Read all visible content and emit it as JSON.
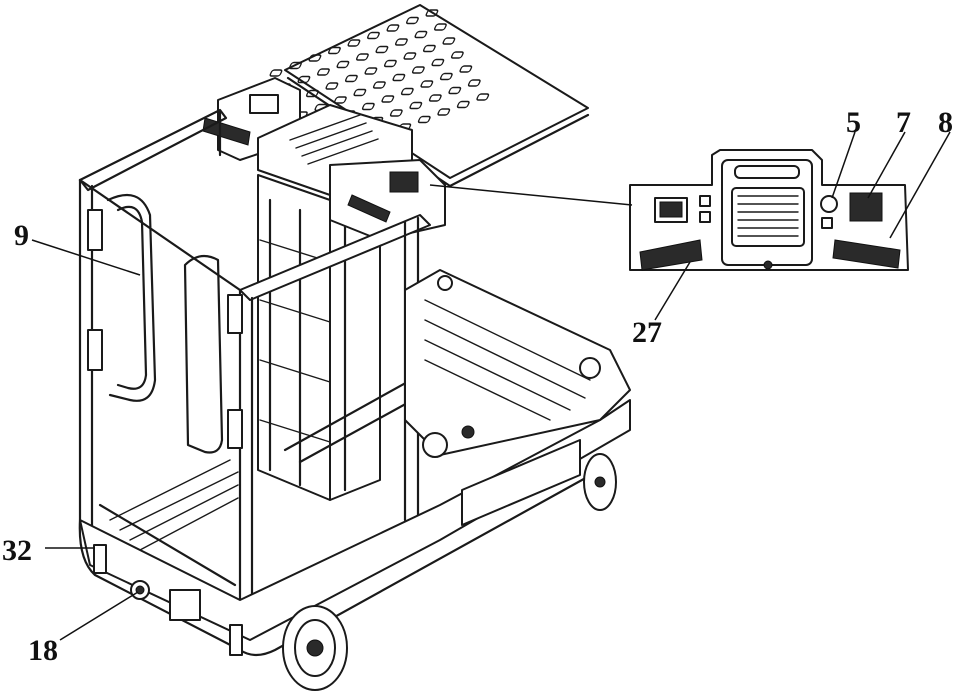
{
  "figure": {
    "subject": "order-picker-platform-truck",
    "callouts": [
      {
        "id": "c5",
        "label": "5"
      },
      {
        "id": "c7",
        "label": "7"
      },
      {
        "id": "c8",
        "label": "8"
      },
      {
        "id": "c9",
        "label": "9"
      },
      {
        "id": "c27",
        "label": "27"
      },
      {
        "id": "c32",
        "label": "32"
      },
      {
        "id": "c18",
        "label": "18"
      }
    ]
  }
}
